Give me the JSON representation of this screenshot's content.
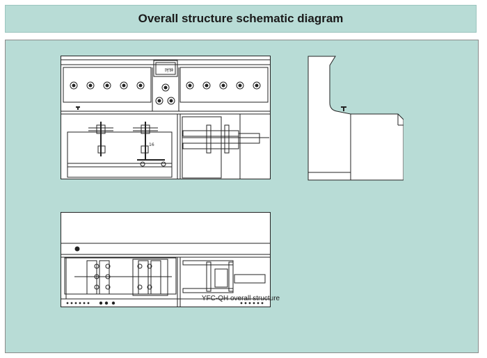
{
  "header": {
    "title": "Overall structure schematic diagram"
  },
  "front_view": {
    "panel_label": "时钟",
    "small_label": "16"
  },
  "caption": "YFC-QH overall structure"
}
